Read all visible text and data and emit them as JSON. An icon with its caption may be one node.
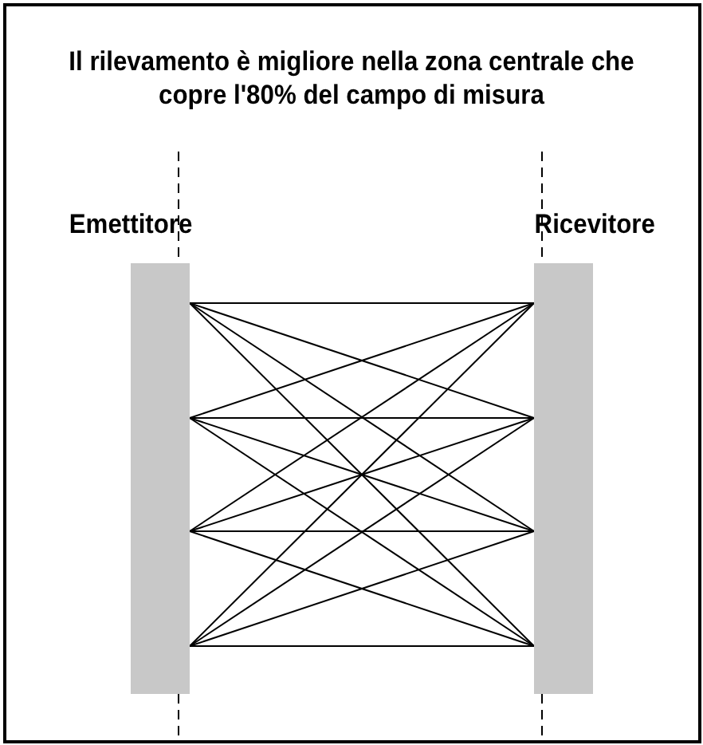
{
  "diagram": {
    "title": "Il rilevamento è migliore nella zona centrale che copre l'80% del campo di misura",
    "nodes": [
      {
        "text": [
          "Emettitore"
        ]
      },
      {
        "text": [
          "Ricevitore"
        ]
      }
    ],
    "edges": [
      {
        "from": 0,
        "to": 1,
        "arrow": "none"
      },
      {
        "from": 0,
        "to": 1,
        "arrow": "none"
      },
      {
        "from": 0,
        "to": 1,
        "arrow": "none"
      },
      {
        "from": 0,
        "to": 1,
        "arrow": "none"
      },
      {
        "from": 0,
        "to": 1,
        "arrow": "none"
      },
      {
        "from": 0,
        "to": 1,
        "arrow": "none"
      },
      {
        "from": 0,
        "to": 1,
        "arrow": "none"
      },
      {
        "from": 0,
        "to": 1,
        "arrow": "none"
      },
      {
        "from": 0,
        "to": 1,
        "arrow": "none"
      },
      {
        "from": 0,
        "to": 1,
        "arrow": "none"
      },
      {
        "from": 0,
        "to": 1,
        "arrow": "none"
      },
      {
        "from": 0,
        "to": 1,
        "arrow": "none"
      },
      {
        "from": 0,
        "to": 1,
        "arrow": "none"
      },
      {
        "from": 0,
        "to": 1,
        "arrow": "none"
      },
      {
        "from": 0,
        "to": 1,
        "arrow": "none"
      },
      {
        "from": 0,
        "to": 1,
        "arrow": "none"
      }
    ]
  }
}
